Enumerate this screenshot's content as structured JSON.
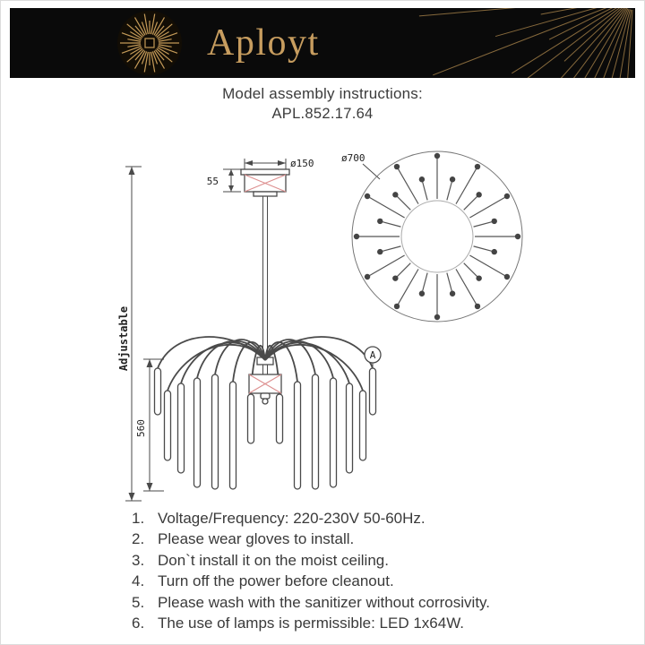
{
  "brand": "Aployt",
  "header": {
    "title": "Model assembly instructions:",
    "model": "APL.852.17.64"
  },
  "diagram": {
    "adjustable_label": "Adjustable",
    "fixture_height": "560",
    "canopy_height": "55",
    "canopy_diameter": "ø150",
    "top_view_diameter": "ø700",
    "detail_marker": "A",
    "top_view_spokes": 24
  },
  "instructions": {
    "items": [
      {
        "num": "1.",
        "text": "Voltage/Frequency: 220-230V 50-60Hz."
      },
      {
        "num": "2.",
        "text": "Please wear gloves to install."
      },
      {
        "num": "3.",
        "text": "Don`t install it on the moist ceiling."
      },
      {
        "num": "4.",
        "text": "Turn off the power before cleanout."
      },
      {
        "num": "5.",
        "text": "Please wash with the sanitizer without corrosivity."
      },
      {
        "num": "6.",
        "text": "The use of lamps is permissible: LED 1x64W."
      }
    ]
  },
  "colors": {
    "gold": "#c49a58",
    "band_bg": "#0a0a0a",
    "line": "#4a4a4a",
    "hatch": "#dd8f8f"
  }
}
